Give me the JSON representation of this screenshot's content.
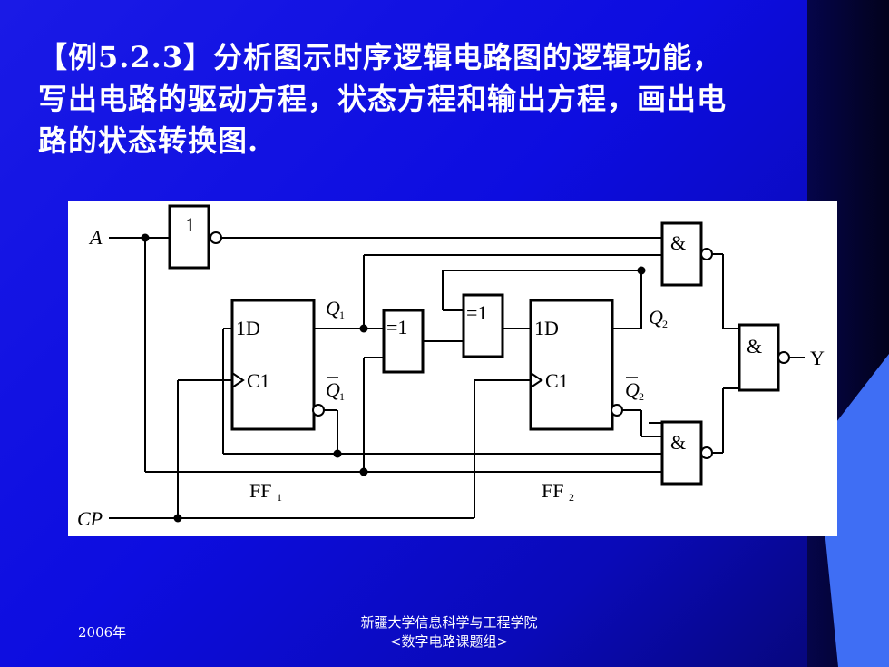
{
  "title": {
    "line1": "【例5.2.3】分析图示时序逻辑电路图的逻辑功能，",
    "line2": "写出电路的驱动方程，状态方程和输出方程，画出电",
    "line3": "路的状态转换图."
  },
  "diagram": {
    "input_a": "A",
    "input_cp": "CP",
    "output_y": "Y",
    "not_gate": "1",
    "xor_gate": "=1",
    "and_gate": "&",
    "ff_d": "1D",
    "ff_clk": "C1",
    "q1": "Q",
    "q1_sub": "1",
    "q2": "Q",
    "q2_sub": "2",
    "ff1": "FF",
    "ff1_sub": "1",
    "ff2": "FF",
    "ff2_sub": "2"
  },
  "footer": {
    "year": "2006年",
    "org_line1": "新疆大学信息科学与工程学院",
    "org_line2": "<数字电路课题组>"
  },
  "colors": {
    "background": "#1515e0",
    "accent_light": "#3f6ef4",
    "text": "#ffffff"
  }
}
